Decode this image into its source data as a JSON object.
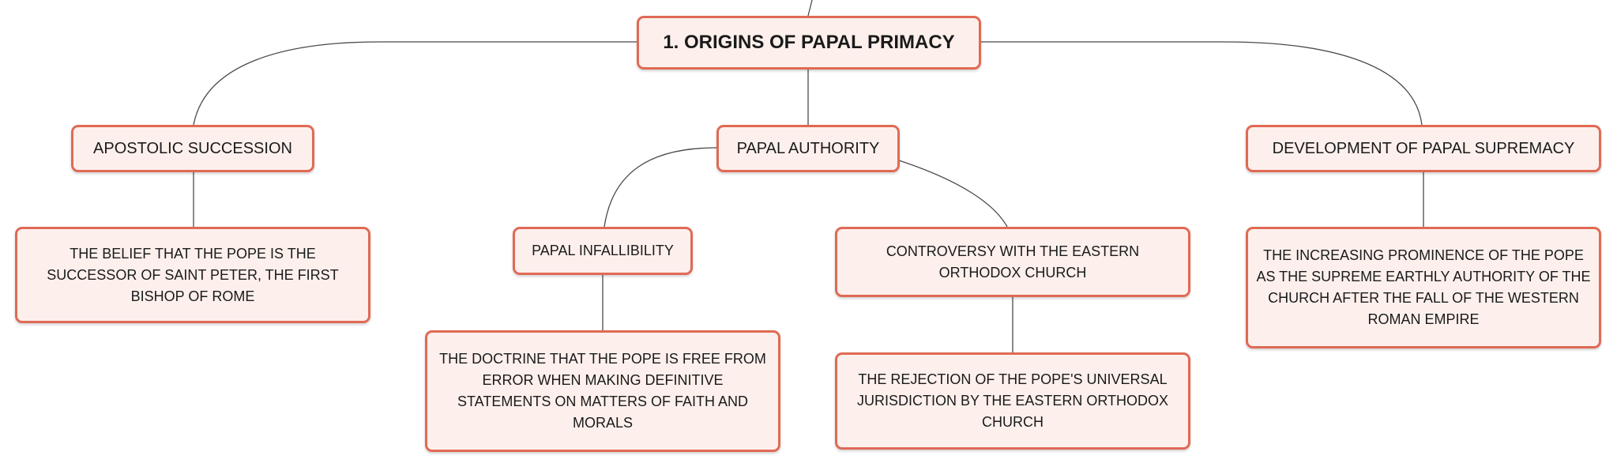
{
  "root": {
    "label": "1. ORIGINS OF PAPAL PRIMACY"
  },
  "branches": {
    "apostolic": {
      "label": "APOSTOLIC SUCCESSION",
      "detail": "THE BELIEF THAT THE POPE IS THE SUCCESSOR OF SAINT PETER, THE FIRST BISHOP OF ROME"
    },
    "authority": {
      "label": "PAPAL AUTHORITY"
    },
    "supremacy": {
      "label": "DEVELOPMENT OF PAPAL SUPREMACY",
      "detail": "THE INCREASING PROMINENCE OF THE POPE AS THE SUPREME EARTHLY AUTHORITY OF THE CHURCH AFTER THE FALL OF THE WESTERN ROMAN EMPIRE"
    }
  },
  "sub_branches": {
    "infallibility": {
      "label": "PAPAL INFALLIBILITY",
      "detail": "THE DOCTRINE THAT THE POPE IS FREE FROM ERROR WHEN MAKING DEFINITIVE STATEMENTS ON MATTERS OF FAITH AND MORALS"
    },
    "controversy": {
      "label": "CONTROVERSY WITH THE EASTERN ORTHODOX CHURCH",
      "detail": "THE REJECTION OF THE POPE'S UNIVERSAL JURISDICTION BY THE EASTERN ORTHODOX CHURCH"
    }
  },
  "colors": {
    "node_fill": "#fdf0ec",
    "node_border": "#e06a55",
    "connector": "#4a4a4a"
  }
}
